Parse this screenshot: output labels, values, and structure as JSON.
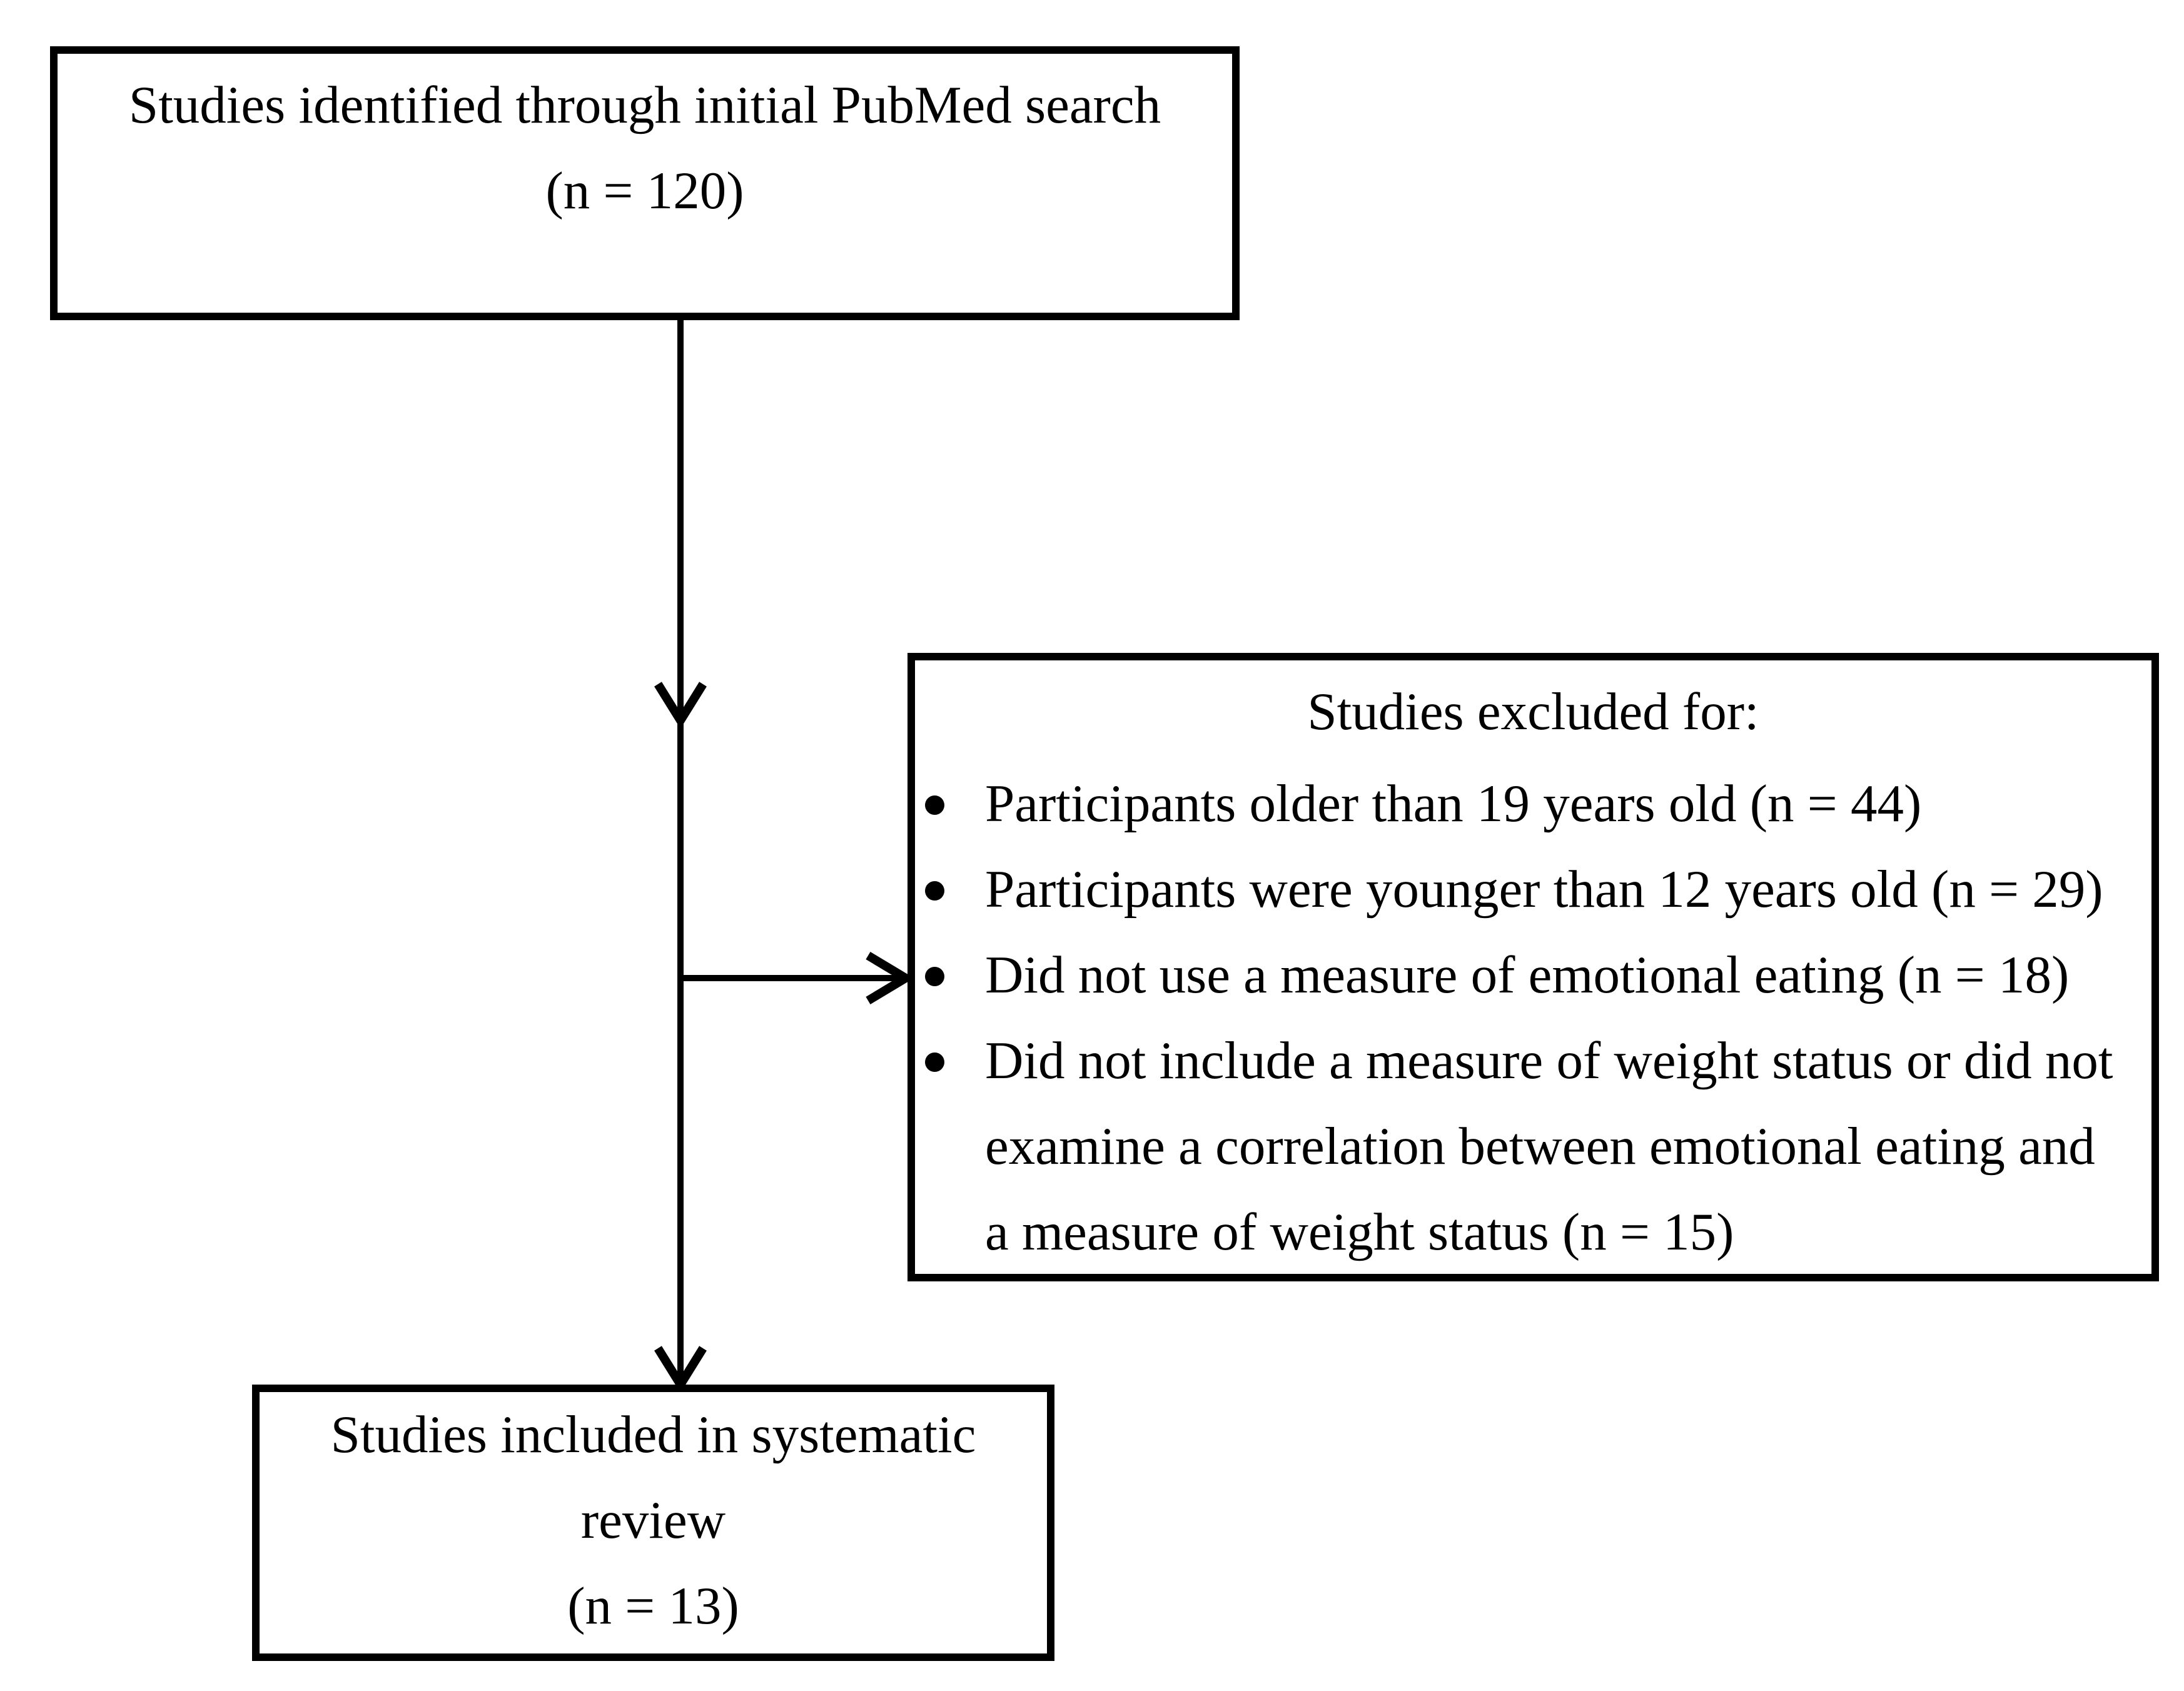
{
  "flowchart": {
    "colors": {
      "background": "#ffffff",
      "border": "#000000",
      "text": "#000000",
      "arrow": "#000000"
    },
    "boxes": {
      "identified": {
        "label": "Studies identified through initial PubMed search",
        "count": "(n = 120)"
      },
      "excluded": {
        "title": "Studies excluded for:",
        "bullets": [
          "Participants older than 19 years old (n = 44)",
          "Participants were younger than 12 years old (n = 29)",
          "Did not use a measure of emotional eating (n = 18)",
          "Did not include a measure of weight status or did not examine a correlation between emotional eating and a measure of weight status (n = 15)"
        ]
      },
      "included": {
        "label": "Studies included in systematic review",
        "count": "(n = 13)"
      }
    }
  }
}
